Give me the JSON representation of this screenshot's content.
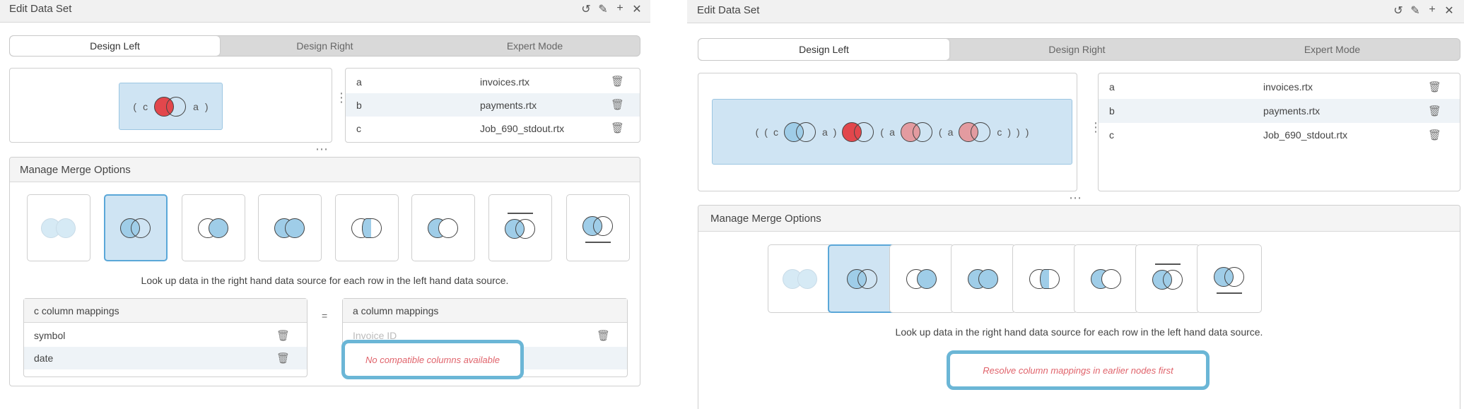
{
  "left": {
    "window_title": "Edit Data Set",
    "toolbar": {
      "undo": "↺",
      "edit": "✎",
      "add": "+",
      "close": "✕"
    },
    "tabs": [
      {
        "label": "Design Left"
      },
      {
        "label": "Design Right"
      },
      {
        "label": "Expert Mode"
      }
    ],
    "expression": {
      "open": "(",
      "left": "c",
      "right": "a",
      "close": ")"
    },
    "datasets": [
      {
        "alias": "a",
        "file": "invoices.rtx"
      },
      {
        "alias": "b",
        "file": "payments.rtx"
      },
      {
        "alias": "c",
        "file": "Job_690_stdout.rtx"
      }
    ],
    "merge": {
      "title": "Manage Merge Options",
      "description": "Look up data in the right hand data source for each row in the left hand data source."
    },
    "left_mappings": {
      "title": "c column mappings",
      "rows": [
        "symbol",
        "date"
      ]
    },
    "equals": "=",
    "right_mappings": {
      "title": "a column mappings",
      "rows": [
        "Invoice ID"
      ]
    },
    "error": "No compatible columns available"
  },
  "right": {
    "window_title": "Edit Data Set",
    "toolbar": {
      "undo": "↺",
      "edit": "✎",
      "add": "+",
      "close": "✕"
    },
    "tabs": [
      {
        "label": "Design Left"
      },
      {
        "label": "Design Right"
      },
      {
        "label": "Expert Mode"
      }
    ],
    "expression": {
      "p1": "(",
      "p2": "(",
      "p3": "(",
      "c": "c",
      "a1": "a",
      "close1": ")",
      "p4": "(",
      "a2": "a",
      "p5": "(",
      "a3": "a",
      "c2": "c",
      "close2": ")",
      "close3": ")",
      "close4": ")"
    },
    "datasets": [
      {
        "alias": "a",
        "file": "invoices.rtx"
      },
      {
        "alias": "b",
        "file": "payments.rtx"
      },
      {
        "alias": "c",
        "file": "Job_690_stdout.rtx"
      }
    ],
    "merge": {
      "title": "Manage Merge Options",
      "description": "Look up data in the right hand data source for each row in the left hand data source."
    },
    "error": "Resolve column mappings in earlier nodes first"
  },
  "colors": {
    "accent_blue": "#5aa7d8",
    "selection_fill": "#cfe4f3",
    "venn_blue": "#9fcde8",
    "venn_red": "#e2474c",
    "venn_pink": "#e39ba0",
    "error_text": "#e0636b",
    "callout_border": "#6bb6d6"
  }
}
